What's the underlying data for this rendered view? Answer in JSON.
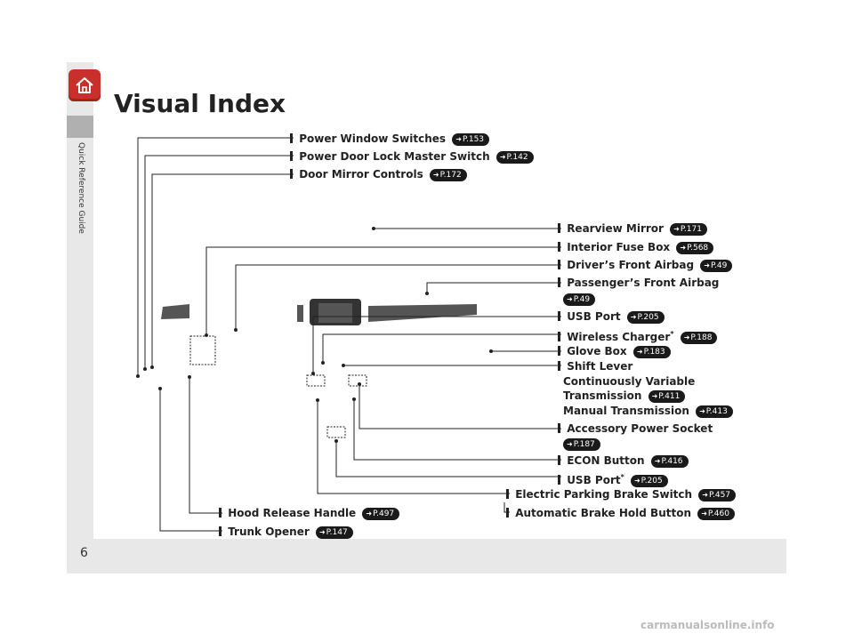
{
  "sidebar": {
    "vertical_tab": "Quick Reference Guide"
  },
  "header": {
    "title": "Visual Index"
  },
  "footer": {
    "page_number": "6"
  },
  "watermark": "carmanualsonline.info",
  "colors": {
    "home_button": "#c9302c",
    "sidebar_bg": "#e8e8e8",
    "ref_badge": "#1a1a1a"
  },
  "labels": [
    {
      "text": "Power Window Switches",
      "ref": "P.153"
    },
    {
      "text": "Power Door Lock Master Switch",
      "ref": "P.142"
    },
    {
      "text": "Door Mirror Controls",
      "ref": "P.172"
    },
    {
      "text": "Rearview Mirror",
      "ref": "P.171"
    },
    {
      "text": "Interior Fuse Box",
      "ref": "P.568"
    },
    {
      "text": "Driver’s Front Airbag",
      "ref": "P.49"
    },
    {
      "text": "Passenger’s Front Airbag",
      "ref": "P.49"
    },
    {
      "text": "USB Port",
      "ref": "P.205"
    },
    {
      "text": "Wireless Charger",
      "ref": "P.188",
      "star": "*"
    },
    {
      "text": "Glove Box",
      "ref": "P.183"
    },
    {
      "text": "Shift Lever"
    },
    {
      "text": "Continuously Variable"
    },
    {
      "text": "Transmission",
      "ref": "P.411"
    },
    {
      "text": "Manual Transmission",
      "ref": "P.413"
    },
    {
      "text": "Accessory Power Socket"
    },
    {
      "text": "",
      "ref": "P.187"
    },
    {
      "text": "ECON Button",
      "ref": "P.416"
    },
    {
      "text": "USB Port",
      "ref": "P.205",
      "star": "*"
    },
    {
      "text": "Electric Parking Brake Switch",
      "ref": "P.457"
    },
    {
      "text": "Automatic Brake Hold Button",
      "ref": "P.460"
    },
    {
      "text": "Hood Release Handle",
      "ref": "P.497"
    },
    {
      "text": "Trunk Opener",
      "ref": "P.147"
    }
  ]
}
